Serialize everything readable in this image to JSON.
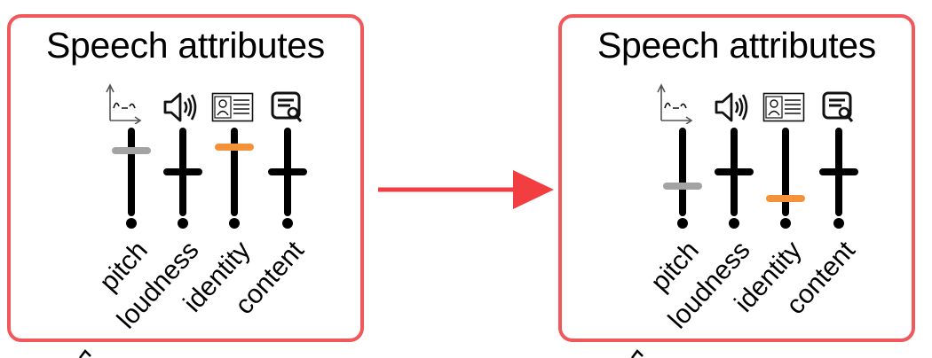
{
  "panels": [
    {
      "title": "Speech attributes",
      "sliders": [
        {
          "label": "pitch",
          "level": 0.74,
          "color": "#a3a3a3"
        },
        {
          "label": "loudness",
          "level": 0.5,
          "color": "#000000"
        },
        {
          "label": "identity",
          "level": 0.78,
          "color": "#f4923a"
        },
        {
          "label": "content",
          "level": 0.5,
          "color": "#000000"
        }
      ]
    },
    {
      "title": "Speech attributes",
      "sliders": [
        {
          "label": "pitch",
          "level": 0.34,
          "color": "#a3a3a3"
        },
        {
          "label": "loudness",
          "level": 0.5,
          "color": "#000000"
        },
        {
          "label": "identity",
          "level": 0.2,
          "color": "#f4923a"
        },
        {
          "label": "content",
          "level": 0.5,
          "color": "#000000"
        }
      ]
    }
  ],
  "icons": [
    "pitch-contour-icon",
    "speaker-icon",
    "id-card-icon",
    "document-edit-icon"
  ],
  "colors": {
    "border": "#f0585c",
    "arrow": "#f23e40",
    "pitch_knob": "#a3a3a3",
    "identity_knob": "#f4923a"
  }
}
